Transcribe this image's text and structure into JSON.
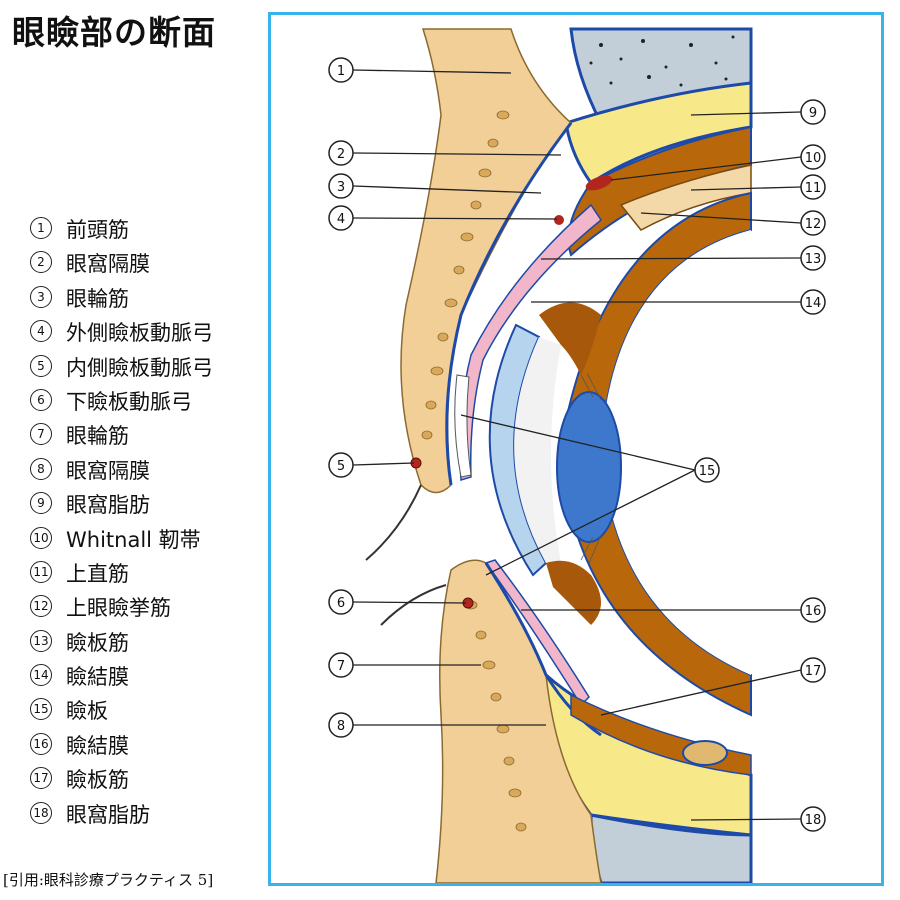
{
  "title": "眼瞼部の断面",
  "legend": [
    {
      "num": "1",
      "term": "前頭筋"
    },
    {
      "num": "2",
      "term": "眼窩隔膜"
    },
    {
      "num": "3",
      "term": "眼輪筋"
    },
    {
      "num": "4",
      "term": "外側瞼板動脈弓"
    },
    {
      "num": "5",
      "term": "内側瞼板動脈弓"
    },
    {
      "num": "6",
      "term": "下瞼板動脈弓"
    },
    {
      "num": "7",
      "term": "眼輪筋"
    },
    {
      "num": "8",
      "term": "眼窩隔膜"
    },
    {
      "num": "9",
      "term": "眼窩脂肪"
    },
    {
      "num": "10",
      "term": "Whitnall 靭帯"
    },
    {
      "num": "11",
      "term": "上直筋"
    },
    {
      "num": "12",
      "term": "上眼瞼挙筋"
    },
    {
      "num": "13",
      "term": "瞼板筋"
    },
    {
      "num": "14",
      "term": "瞼結膜"
    },
    {
      "num": "15",
      "term": "瞼板"
    },
    {
      "num": "16",
      "term": "瞼結膜"
    },
    {
      "num": "17",
      "term": "瞼板筋"
    },
    {
      "num": "18",
      "term": "眼窩脂肪"
    }
  ],
  "citation": "[引用:眼科診療プラクティス 5]",
  "colors": {
    "frame": "#39b3ec",
    "skin": "#f2cf97",
    "muscle": "#b8680a",
    "fat": "#f7e98a",
    "septum": "#1d4aa8",
    "bone": "#c2ced8",
    "cornea": "#b7d4ee",
    "lens": "#3d78cc",
    "conjunctiva": "#f1b6c9",
    "artery": "#b3261e"
  }
}
